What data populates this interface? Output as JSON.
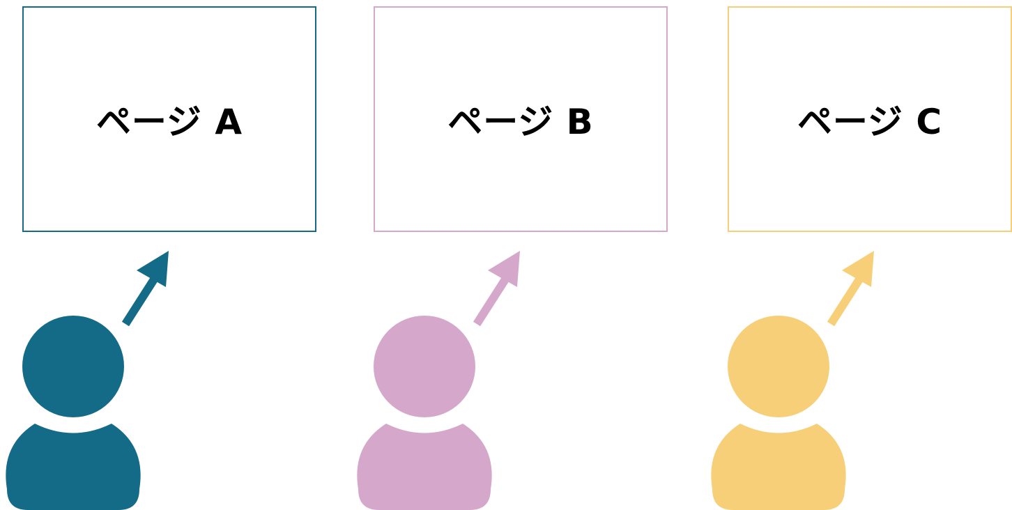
{
  "pages": [
    {
      "label": "ページ A",
      "color": "#146b87"
    },
    {
      "label": "ページ B",
      "color": "#d5a8cb"
    },
    {
      "label": "ページ C",
      "color": "#f6cf78"
    }
  ],
  "users": [
    {
      "icon": "person-icon",
      "color": "#146b87",
      "arrow_icon": "arrow-up-right-icon"
    },
    {
      "icon": "person-icon",
      "color": "#d5a8cb",
      "arrow_icon": "arrow-up-right-icon"
    },
    {
      "icon": "person-icon",
      "color": "#f6cf78",
      "arrow_icon": "arrow-up-right-icon"
    }
  ]
}
